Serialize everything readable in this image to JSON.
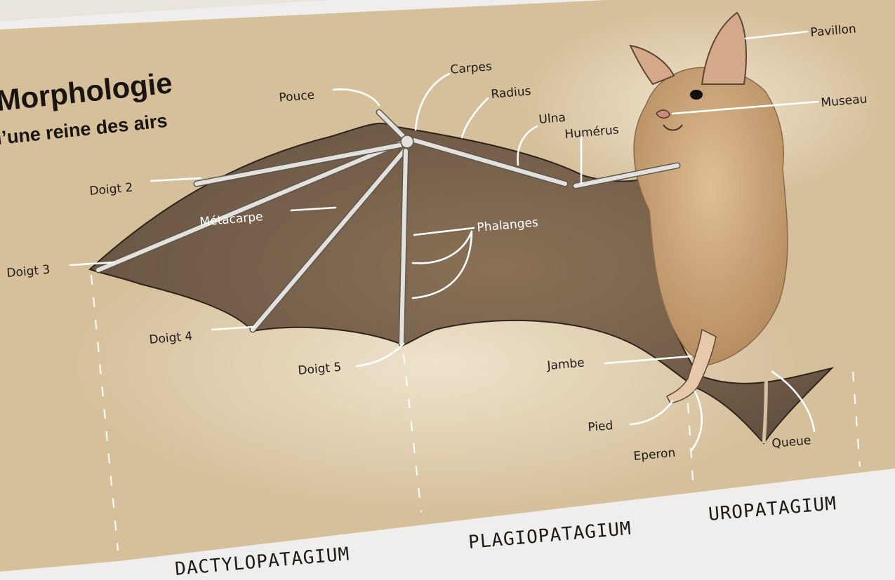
{
  "title": {
    "line1": "Morphologie",
    "line2": "l’une reine des airs"
  },
  "labels": {
    "pouce": "Pouce",
    "carpes": "Carpes",
    "radius": "Radius",
    "ulna": "Ulna",
    "humerus": "Humérus",
    "pavillon": "Pavillon",
    "museau": "Museau",
    "doigt2": "Doigt 2",
    "metacarpe": "Métacarpe",
    "phalanges": "Phalanges",
    "doigt3": "Doigt 3",
    "doigt4": "Doigt 4",
    "doigt5": "Doigt 5",
    "jambe": "Jambe",
    "pied": "Pied",
    "eperon": "Eperon",
    "queue": "Queue"
  },
  "regions": {
    "dactylo": "DACTYLOPATAGIUM",
    "plagio": "PLAGIOPATAGIUM",
    "uro": "UROPATAGIUM"
  },
  "colors": {
    "paper": "#d9c4a0",
    "membrane": "#7d6650",
    "fur": "#c9a277",
    "bone": "#e4e1db",
    "arrow": "#ffffff",
    "ink": "#1e1a16"
  }
}
